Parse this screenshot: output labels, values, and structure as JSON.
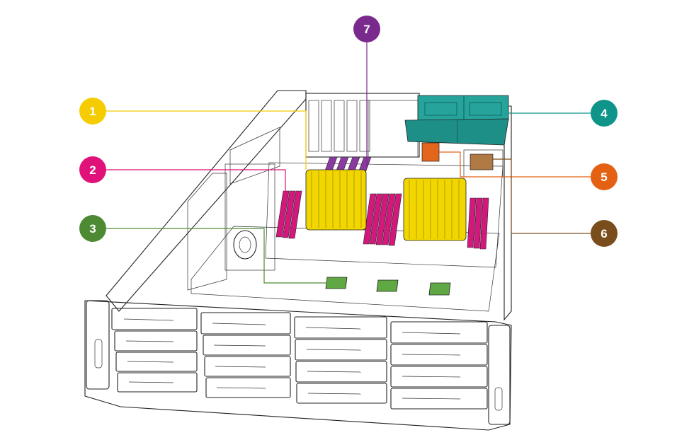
{
  "callouts": [
    {
      "number": "1",
      "component": "heatsink-cpu",
      "color": "#f5cc00"
    },
    {
      "number": "2",
      "component": "memory-dimm",
      "color": "#e0127a"
    },
    {
      "number": "3",
      "component": "storage-controller-chip",
      "color": "#4e8a34"
    },
    {
      "number": "4",
      "component": "rear-drive-cage",
      "color": "#0f948a"
    },
    {
      "number": "5",
      "component": "riser-connector",
      "color": "#e46012"
    },
    {
      "number": "6",
      "component": "ocp-mezzanine-module",
      "color": "#7a4d1c"
    },
    {
      "number": "7",
      "component": "pcie-expansion-slot",
      "color": "#7a2a8c"
    }
  ],
  "colors": {
    "outline": "#222222",
    "heatsink": "#f2d600",
    "dimm": "#d4177c",
    "pcie": "#8b3aa0",
    "controller": "#5fa843",
    "drive_cage": "#26a39a",
    "riser": "#e4661c",
    "ocp": "#b07a44"
  }
}
